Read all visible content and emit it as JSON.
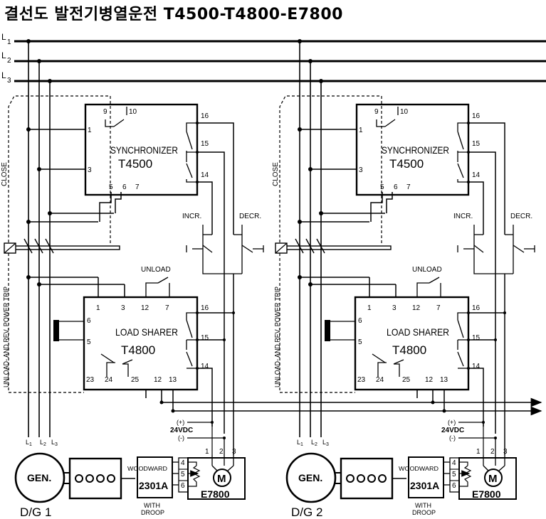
{
  "title": "결선도   발전기병열운전 T4500-T4800-E7800",
  "bus": [
    "L",
    "L",
    "L"
  ],
  "bus_sub": [
    "1",
    "2",
    "3"
  ],
  "units": [
    {
      "synchronizer": {
        "name": "SYNCHRONIZER",
        "model": "T4500",
        "terms": {
          "t9": "9",
          "t10": "10",
          "t1": "1",
          "t3": "3",
          "t5": "5",
          "t6": "6",
          "t7": "7",
          "t16": "16",
          "t15": "15",
          "t14": "14"
        }
      },
      "load_sharer": {
        "name": "LOAD SHARER",
        "model": "T4800",
        "terms": {
          "t1": "1",
          "t3": "3",
          "t12": "12",
          "t7": "7",
          "t6": "6",
          "t5": "5",
          "t23": "23",
          "t24": "24",
          "t25": "25",
          "t12b": "12",
          "t13": "13",
          "t16": "16",
          "t15": "15",
          "t14": "14"
        }
      },
      "close": "CLOSE",
      "trip": "UNLOAD- AND REV. POWER TRIP",
      "unload": "UNLOAD",
      "incr": "INCR.",
      "decr": "DECR.",
      "plus": "(+)",
      "vdc": "24VDC",
      "minus": "(-)",
      "gen": "GEN.",
      "governor": {
        "brand": "WOODWARD",
        "model": "2301A",
        "note1": "WITH",
        "note2": "DROOP",
        "t4": "4",
        "t5": "5",
        "t6": "6"
      },
      "actuator": {
        "model": "E7800",
        "motor": "M",
        "t1": "1",
        "t2": "2",
        "t3": "3"
      },
      "gen_terms": [
        "L",
        "L",
        "L"
      ],
      "gen_subs": [
        "1",
        "2",
        "3"
      ],
      "label": "D/G 1"
    },
    {
      "synchronizer": {
        "name": "SYNCHRONIZER",
        "model": "T4500",
        "terms": {
          "t9": "9",
          "t10": "10",
          "t1": "1",
          "t3": "3",
          "t5": "5",
          "t6": "6",
          "t7": "7",
          "t16": "16",
          "t15": "15",
          "t14": "14"
        }
      },
      "load_sharer": {
        "name": "LOAD SHARER",
        "model": "T4800",
        "terms": {
          "t1": "1",
          "t3": "3",
          "t12": "12",
          "t7": "7",
          "t6": "6",
          "t5": "5",
          "t23": "23",
          "t24": "24",
          "t25": "25",
          "t12b": "12",
          "t13": "13",
          "t16": "16",
          "t15": "15",
          "t14": "14"
        }
      },
      "close": "CLOSE",
      "trip": "UNLOAD- AND REV. POWER TRIP",
      "unload": "UNLOAD",
      "incr": "INCR.",
      "decr": "DECR.",
      "plus": "(+)",
      "vdc": "24VDC",
      "minus": "(-)",
      "gen": "GEN.",
      "governor": {
        "brand": "WOODWARD",
        "model": "2301A",
        "note1": "WITH",
        "note2": "DROOP",
        "t4": "4",
        "t5": "5",
        "t6": "6"
      },
      "actuator": {
        "model": "E7800",
        "motor": "M",
        "t1": "1",
        "t2": "2",
        "t3": "3"
      },
      "gen_terms": [
        "L",
        "L",
        "L"
      ],
      "gen_subs": [
        "1",
        "2",
        "3"
      ],
      "label": "D/G 2"
    }
  ]
}
